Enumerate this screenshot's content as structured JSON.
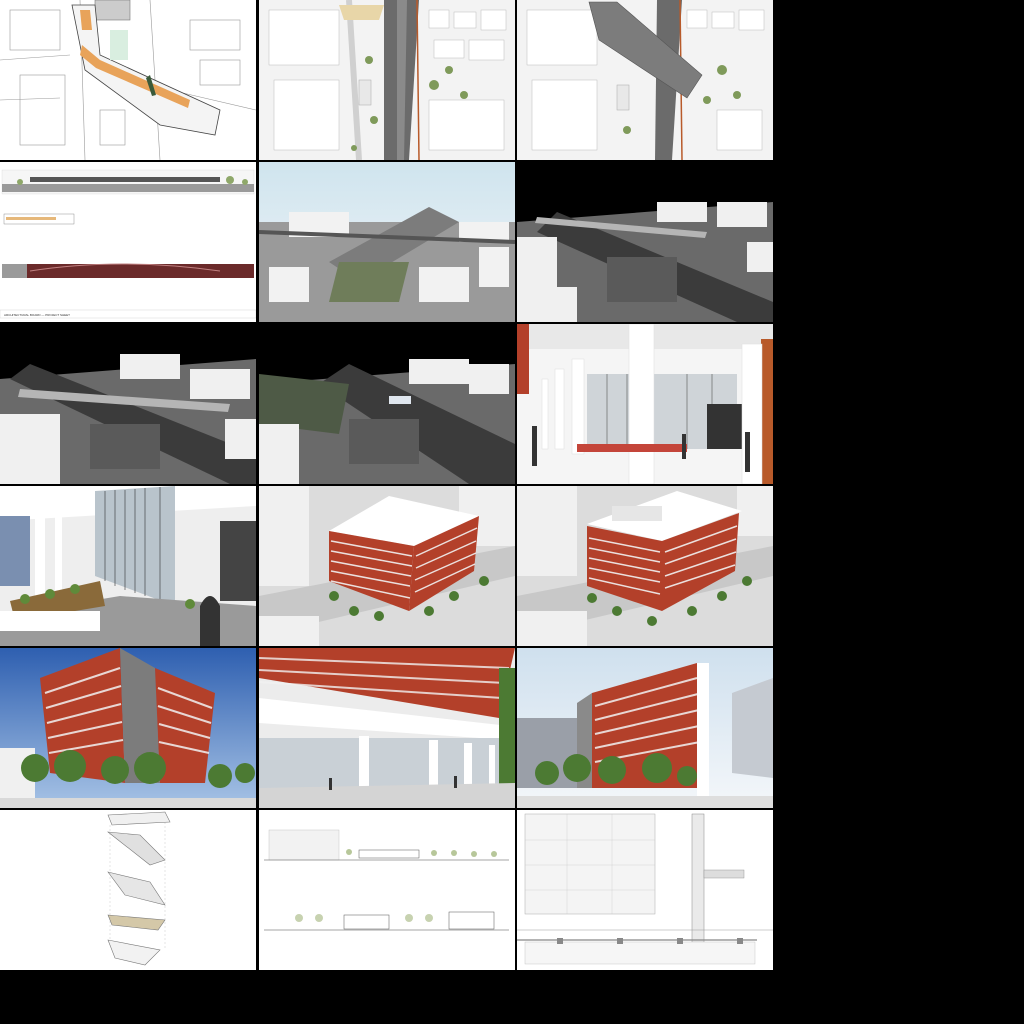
{
  "sheet": {
    "footer_text": "ARCHITECTURAL BOARD — PROJECT SHEET"
  },
  "colors": {
    "background": "#000000",
    "brick_red": "#b3402a",
    "concrete_white": "#f2f2f2",
    "asphalt": "#3b3b3b",
    "sky_blue": "#4f7fc9",
    "tree_green": "#4c7a33",
    "rust": "#b85a2a"
  },
  "cells": [
    {
      "name": "site-plan-drawing",
      "kind": "plan"
    },
    {
      "name": "site-plan-colored",
      "kind": "plan"
    },
    {
      "name": "site-plan-roof",
      "kind": "plan"
    },
    {
      "name": "section-elevation-sheet",
      "kind": "section"
    },
    {
      "name": "aerial-render-sky",
      "kind": "aerial"
    },
    {
      "name": "aerial-render-black",
      "kind": "aerial"
    },
    {
      "name": "aerial-render-gray",
      "kind": "aerial"
    },
    {
      "name": "aerial-render-dark",
      "kind": "aerial"
    },
    {
      "name": "colonnade-entrance-render",
      "kind": "render"
    },
    {
      "name": "covered-walkway-render",
      "kind": "render"
    },
    {
      "name": "building-aerial-render-a",
      "kind": "render"
    },
    {
      "name": "building-aerial-render-b",
      "kind": "render"
    },
    {
      "name": "building-street-render-blue-sky",
      "kind": "render"
    },
    {
      "name": "building-pilotis-render",
      "kind": "render"
    },
    {
      "name": "building-street-render-pale-sky",
      "kind": "render"
    },
    {
      "name": "exploded-axonometric-drawing",
      "kind": "diagram"
    },
    {
      "name": "long-sections-drawing",
      "kind": "diagram"
    },
    {
      "name": "wall-detail-drawing",
      "kind": "diagram"
    }
  ]
}
